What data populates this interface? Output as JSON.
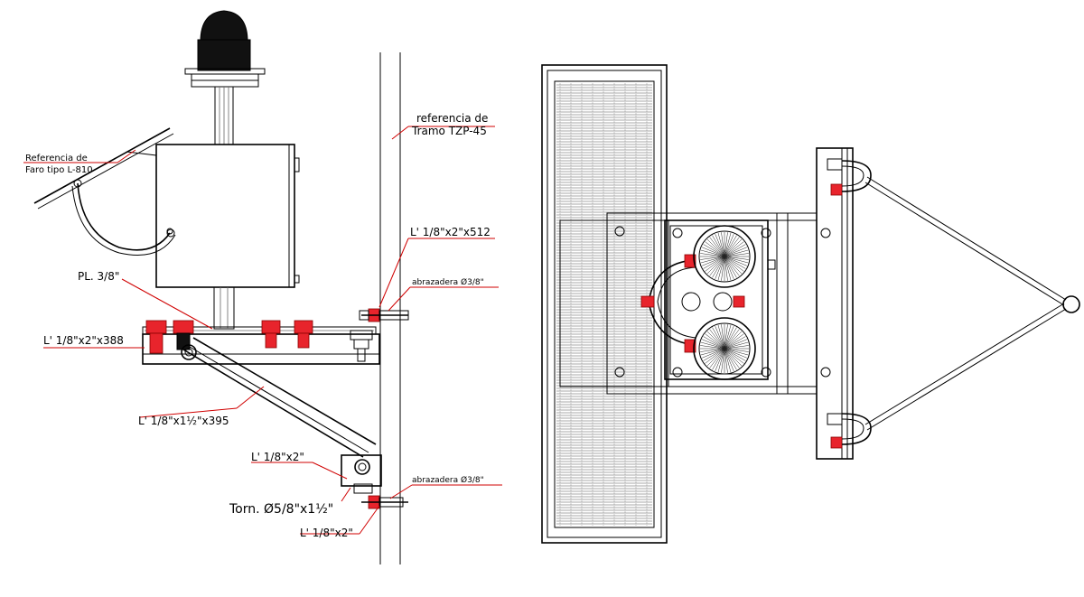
{
  "labels": {
    "ref_faro_1": "Referencia de",
    "ref_faro_2": "Faro tipo L-810",
    "pl": "PL. 3/8\"",
    "angle_388": "L' 1/8\"x2\"x388",
    "angle_395": "L' 1/8\"x1½\"x395",
    "angle_2_upper": "L' 1/8\"x2\"",
    "angle_2_lower": "L' 1/8\"x2\"",
    "torn": "Torn. Ø5/8\"x1½\"",
    "ref_tramo_1": "referencia de",
    "ref_tramo_2": "Tramo TZP-45",
    "angle_512": "L' 1/8\"x2\"x512",
    "abraz_upper": "abrazadera Ø3/8\"",
    "abraz_lower": "abrazadera Ø3/8\""
  },
  "colors": {
    "line": "#000000",
    "leader": "#d00000",
    "bolt": "#e8242c",
    "background": "#ffffff"
  }
}
